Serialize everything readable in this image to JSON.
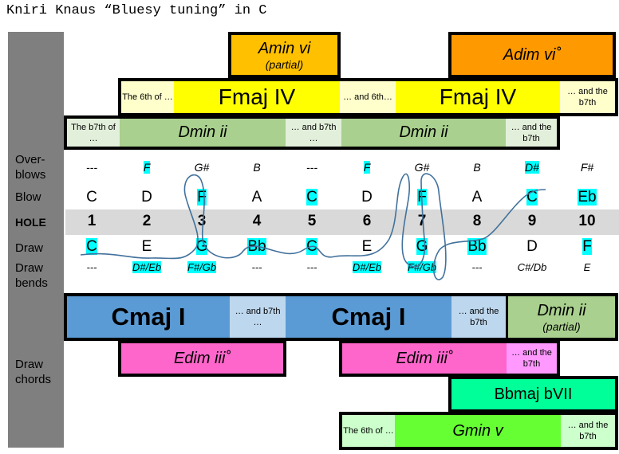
{
  "title": "Kniri Knaus “Bluesy tuning” in C",
  "row_labels": {
    "overblows": "Over-\nblows",
    "blow": "Blow",
    "hole": "HOLE",
    "draw": "Draw",
    "draw_bends": "Draw\nbends",
    "draw_chords": "Draw\nchords"
  },
  "notes": {
    "overblows": [
      "---",
      "F",
      "G#",
      "B",
      "---",
      "F",
      "G#",
      "B",
      "D#",
      "F#"
    ],
    "blow": [
      "C",
      "D",
      "F",
      "A",
      "C",
      "D",
      "F",
      "A",
      "C",
      "Eb"
    ],
    "holes": [
      "1",
      "2",
      "3",
      "4",
      "5",
      "6",
      "7",
      "8",
      "9",
      "10"
    ],
    "draw": [
      "C",
      "E",
      "G",
      "Bb",
      "C",
      "E",
      "G",
      "Bb",
      "D",
      "F"
    ],
    "draw_bends": [
      "---",
      "D#/Eb",
      "F#/Gb",
      "---",
      "---",
      "D#/Eb",
      "F#/Gb",
      "---",
      "C#/Db",
      "E"
    ]
  },
  "blow_chords": {
    "amin": {
      "name": "Amin vi",
      "sub": "(partial)"
    },
    "adim": {
      "name": "Adim vi˚"
    },
    "fmaj_row": {
      "pre": "The 6th of …",
      "chord1": "Fmaj IV",
      "mid": "… and 6th…",
      "chord2": "Fmaj IV",
      "post": "… and the b7th"
    },
    "dmin_row": {
      "pre": "The b7th of …",
      "chord1": "Dmin ii",
      "mid": "… and b7th …",
      "chord2": "Dmin ii",
      "post": "… and the b7th"
    }
  },
  "draw_chords": {
    "cmaj_row": {
      "chord1": "Cmaj I",
      "mid": "… and b7th …",
      "chord2": "Cmaj I",
      "post": "… and the b7th",
      "dmin": "Dmin ii",
      "dmin_sub": "(partial)"
    },
    "edim_row": {
      "chord1": "Edim iii˚",
      "chord2": "Edim iii˚",
      "post": "… and the b7th"
    },
    "bbmaj": {
      "name": "Bbmaj bVII"
    },
    "gmin_row": {
      "pre": "The 6th of …",
      "chord": "Gmin v",
      "post": "… and the b7th"
    }
  },
  "highlighted": {
    "overblows": [
      1,
      5,
      8
    ],
    "blow": [
      2,
      4,
      6,
      8,
      9
    ],
    "draw": [
      0,
      2,
      3,
      4,
      6,
      7,
      9
    ],
    "draw_bends": [
      1,
      2,
      5,
      6
    ]
  },
  "colors": {
    "sidebar": "#7f7f7f",
    "highlight": "#00ffff",
    "amin": "#ffc000",
    "adim": "#ff9900",
    "fmaj": "#ffff00",
    "fmaj_light": "#ffffcc",
    "dmin": "#a9d08e",
    "dmin_light": "#e2efda",
    "cmaj": "#5b9bd5",
    "cmaj_light": "#bdd7ee",
    "edim": "#ff66cc",
    "edim_light": "#ff99ff",
    "bbmaj": "#00ff99",
    "gmin": "#66ff33",
    "gmin_light": "#ccffcc",
    "curve": "#41719c"
  }
}
